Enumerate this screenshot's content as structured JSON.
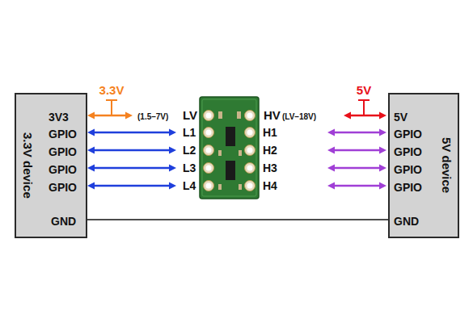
{
  "diagram": {
    "nodes": [
      {
        "text": [
          "3.3V device",
          "3V3",
          "GPIO",
          "GPIO",
          "GPIO",
          "GPIO",
          "GND"
        ]
      },
      {
        "text": [
          "LV",
          "(1.5–7V)",
          "L1",
          "L2",
          "L3",
          "L4",
          "HV",
          "(LV–18V)",
          "H1",
          "H2",
          "H3",
          "H4"
        ]
      },
      {
        "text": [
          "5V device",
          "5V",
          "GPIO",
          "GPIO",
          "GPIO",
          "GPIO",
          "GND"
        ]
      }
    ],
    "edges": [
      {
        "from": 0,
        "to": 1,
        "arrow": "both"
      },
      {
        "from": 0,
        "to": 1,
        "arrow": "both"
      },
      {
        "from": 0,
        "to": 1,
        "arrow": "both"
      },
      {
        "from": 0,
        "to": 1,
        "arrow": "both"
      },
      {
        "from": 0,
        "to": 1,
        "arrow": "both"
      },
      {
        "from": 1,
        "to": 2,
        "arrow": "both"
      },
      {
        "from": 1,
        "to": 2,
        "arrow": "both"
      },
      {
        "from": 1,
        "to": 2,
        "arrow": "both"
      },
      {
        "from": 1,
        "to": 2,
        "arrow": "both"
      },
      {
        "from": 1,
        "to": 2,
        "arrow": "both"
      },
      {
        "from": 0,
        "to": 2,
        "arrow": "none"
      }
    ],
    "labels": [
      "3.3V",
      "5V"
    ]
  }
}
